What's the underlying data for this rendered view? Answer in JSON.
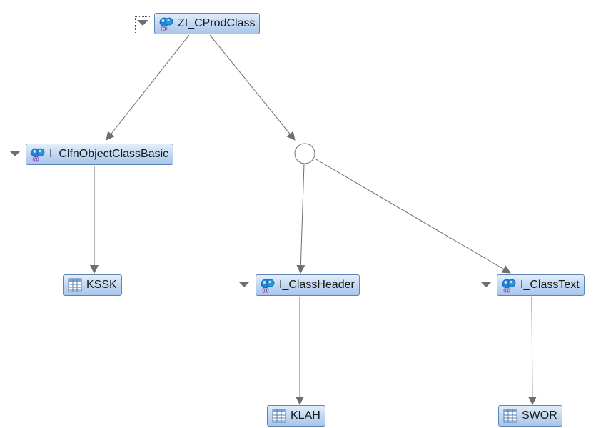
{
  "diagram": {
    "nodes": {
      "root": {
        "label": "ZI_CProdClass",
        "icon": "cds-view-icon"
      },
      "clfn": {
        "label": "I_ClfnObjectClassBasic",
        "icon": "cds-view-icon"
      },
      "kssk": {
        "label": "KSSK",
        "icon": "table-icon"
      },
      "classheader": {
        "label": "I_ClassHeader",
        "icon": "cds-view-icon"
      },
      "classtext": {
        "label": "I_ClassText",
        "icon": "cds-view-icon"
      },
      "klah": {
        "label": "KLAH",
        "icon": "table-icon"
      },
      "swor": {
        "label": "SWOR",
        "icon": "table-icon"
      }
    },
    "colors": {
      "node_border": "#5b85b6",
      "node_fill_top": "#e3eefa",
      "node_fill_bottom": "#a8c6ea",
      "edge": "#6e6e6e",
      "view_icon_blue": "#1f86d6",
      "view_icon_purple": "#8a3fb8"
    }
  }
}
